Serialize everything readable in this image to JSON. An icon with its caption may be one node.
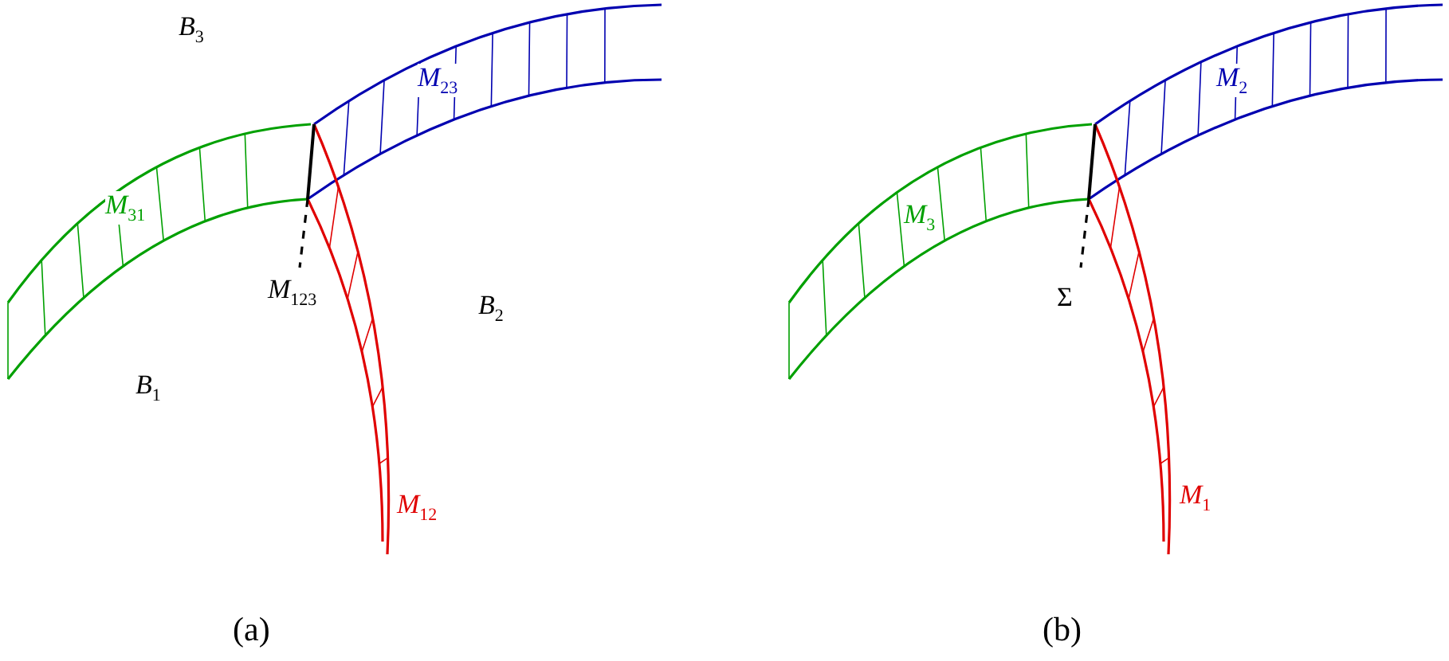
{
  "diagram": {
    "labels": [
      "*B*$_{3}$",
      "*M*$_{23}$",
      "*M*$_{31}$",
      "*M*$_{123}$",
      "*B*$_{2}$",
      "*B*$_{1}$",
      "*M*$_{12}$",
      "(a)",
      "*M*$_{2}$",
      "*M*$_{3}$",
      "Σ",
      "*M*$_{1}$",
      "(b)"
    ]
  }
}
